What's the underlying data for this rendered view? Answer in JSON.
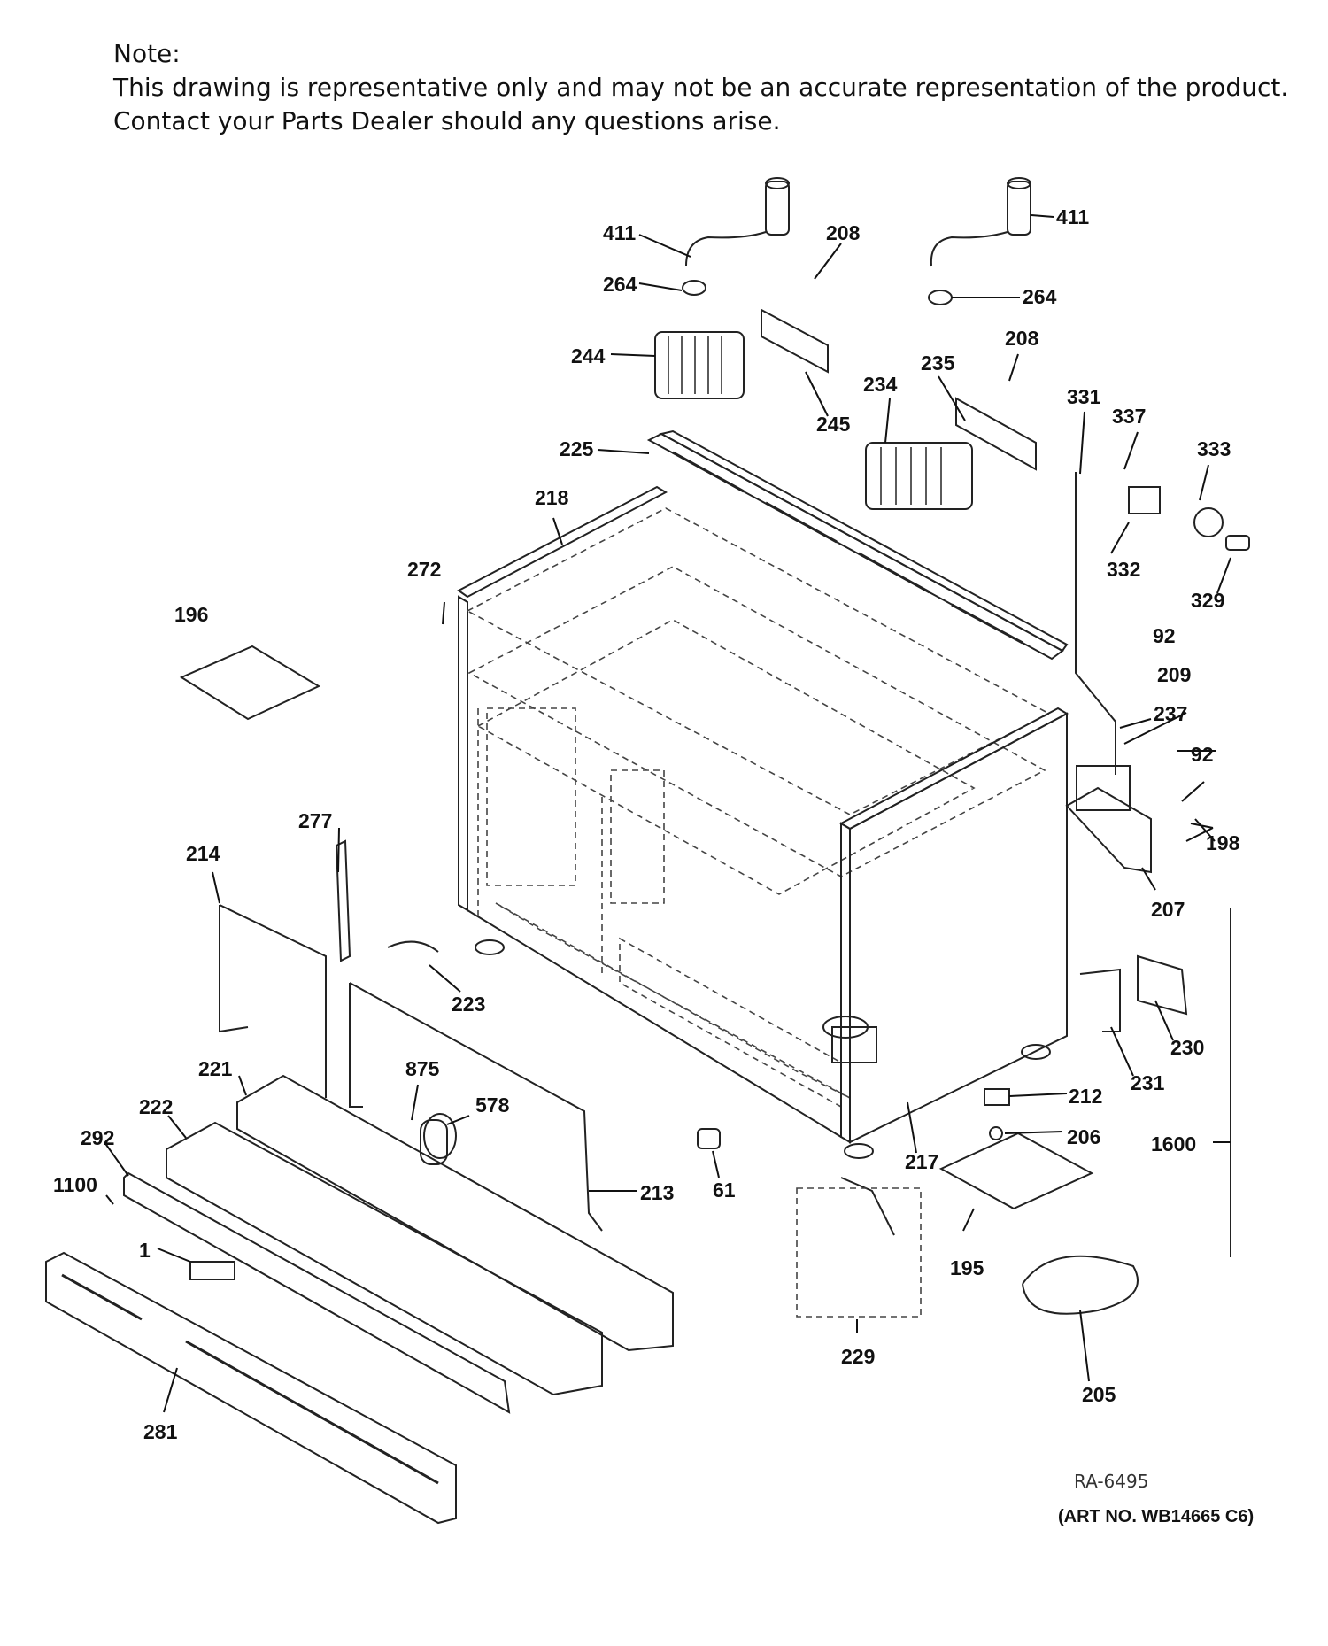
{
  "note": {
    "heading": "Note:",
    "line1": "This drawing is representative only and may not be an accurate representation of the product.",
    "line2": "Contact your Parts Dealer should any questions arise."
  },
  "labels": {
    "p411a": "411",
    "p411b": "411",
    "p264a": "264",
    "p264b": "264",
    "p208a": "208",
    "p208b": "208",
    "p244": "244",
    "p245": "245",
    "p235": "235",
    "p234": "234",
    "p331": "331",
    "p337": "337",
    "p333": "333",
    "p225": "225",
    "p218": "218",
    "p332": "332",
    "p329": "329",
    "p272": "272",
    "p196": "196",
    "p92a": "92",
    "p209": "209",
    "p237": "237",
    "p92b": "92",
    "p198": "198",
    "p277": "277",
    "p214": "214",
    "p207": "207",
    "p223": "223",
    "p230": "230",
    "p231": "231",
    "p221": "221",
    "p875": "875",
    "p578": "578",
    "p212": "212",
    "p222": "222",
    "p206": "206",
    "p292": "292",
    "p217": "217",
    "p1600": "1600",
    "p1100": "1100",
    "p213": "213",
    "p61": "61",
    "p1": "1",
    "p195": "195",
    "p229": "229",
    "p205": "205",
    "p281": "281"
  },
  "reference": "RA-6495",
  "art_no": "(ART NO. WB14665 C6)"
}
